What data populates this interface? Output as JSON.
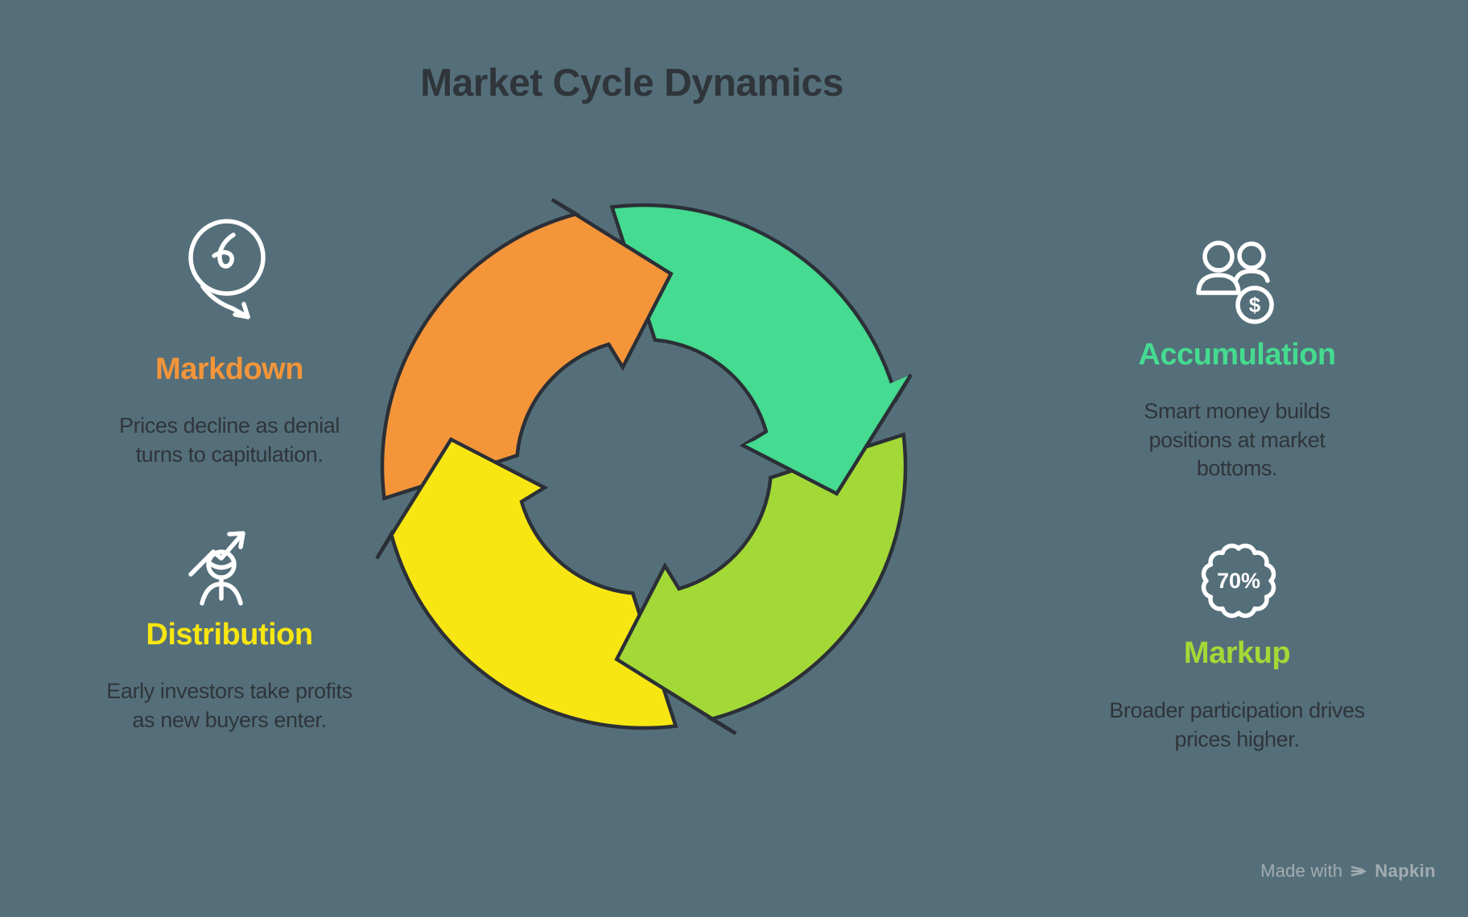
{
  "title": "Market Cycle Dynamics",
  "background_color": "#556F7A",
  "outline_color": "#2B2F36",
  "body_text_color": "#2F353A",
  "icon_color": "#FFFFFF",
  "cycle_order_clockwise": [
    "markdown",
    "accumulation",
    "markup",
    "distribution"
  ],
  "sections": [
    {
      "id": "markdown",
      "label": "Markdown",
      "color": "#F4953A",
      "description": "Prices decline as denial\nturns to capitulation.",
      "icon": "coin-decline-arrow-icon",
      "position": "left-top"
    },
    {
      "id": "distribution",
      "label": "Distribution",
      "color": "#F8E612",
      "description": "Early investors take profits\nas new buyers enter.",
      "icon": "investor-rising-trend-icon",
      "position": "left-bottom"
    },
    {
      "id": "accumulation",
      "label": "Accumulation",
      "color": "#45DB90",
      "description": "Smart money builds\npositions at market\nbottoms.",
      "icon": "people-money-icon",
      "coin_symbol": "$",
      "position": "right-top"
    },
    {
      "id": "markup",
      "label": "Markup",
      "color": "#A3D936",
      "description": "Broader participation drives\nprices higher.",
      "icon": "badge-percent-icon",
      "badge_text": "70%",
      "position": "right-bottom"
    }
  ],
  "watermark": {
    "prefix": "Made with",
    "brand": "Napkin",
    "logo": "napkin-logo-icon",
    "color": "#A2ACB1"
  }
}
